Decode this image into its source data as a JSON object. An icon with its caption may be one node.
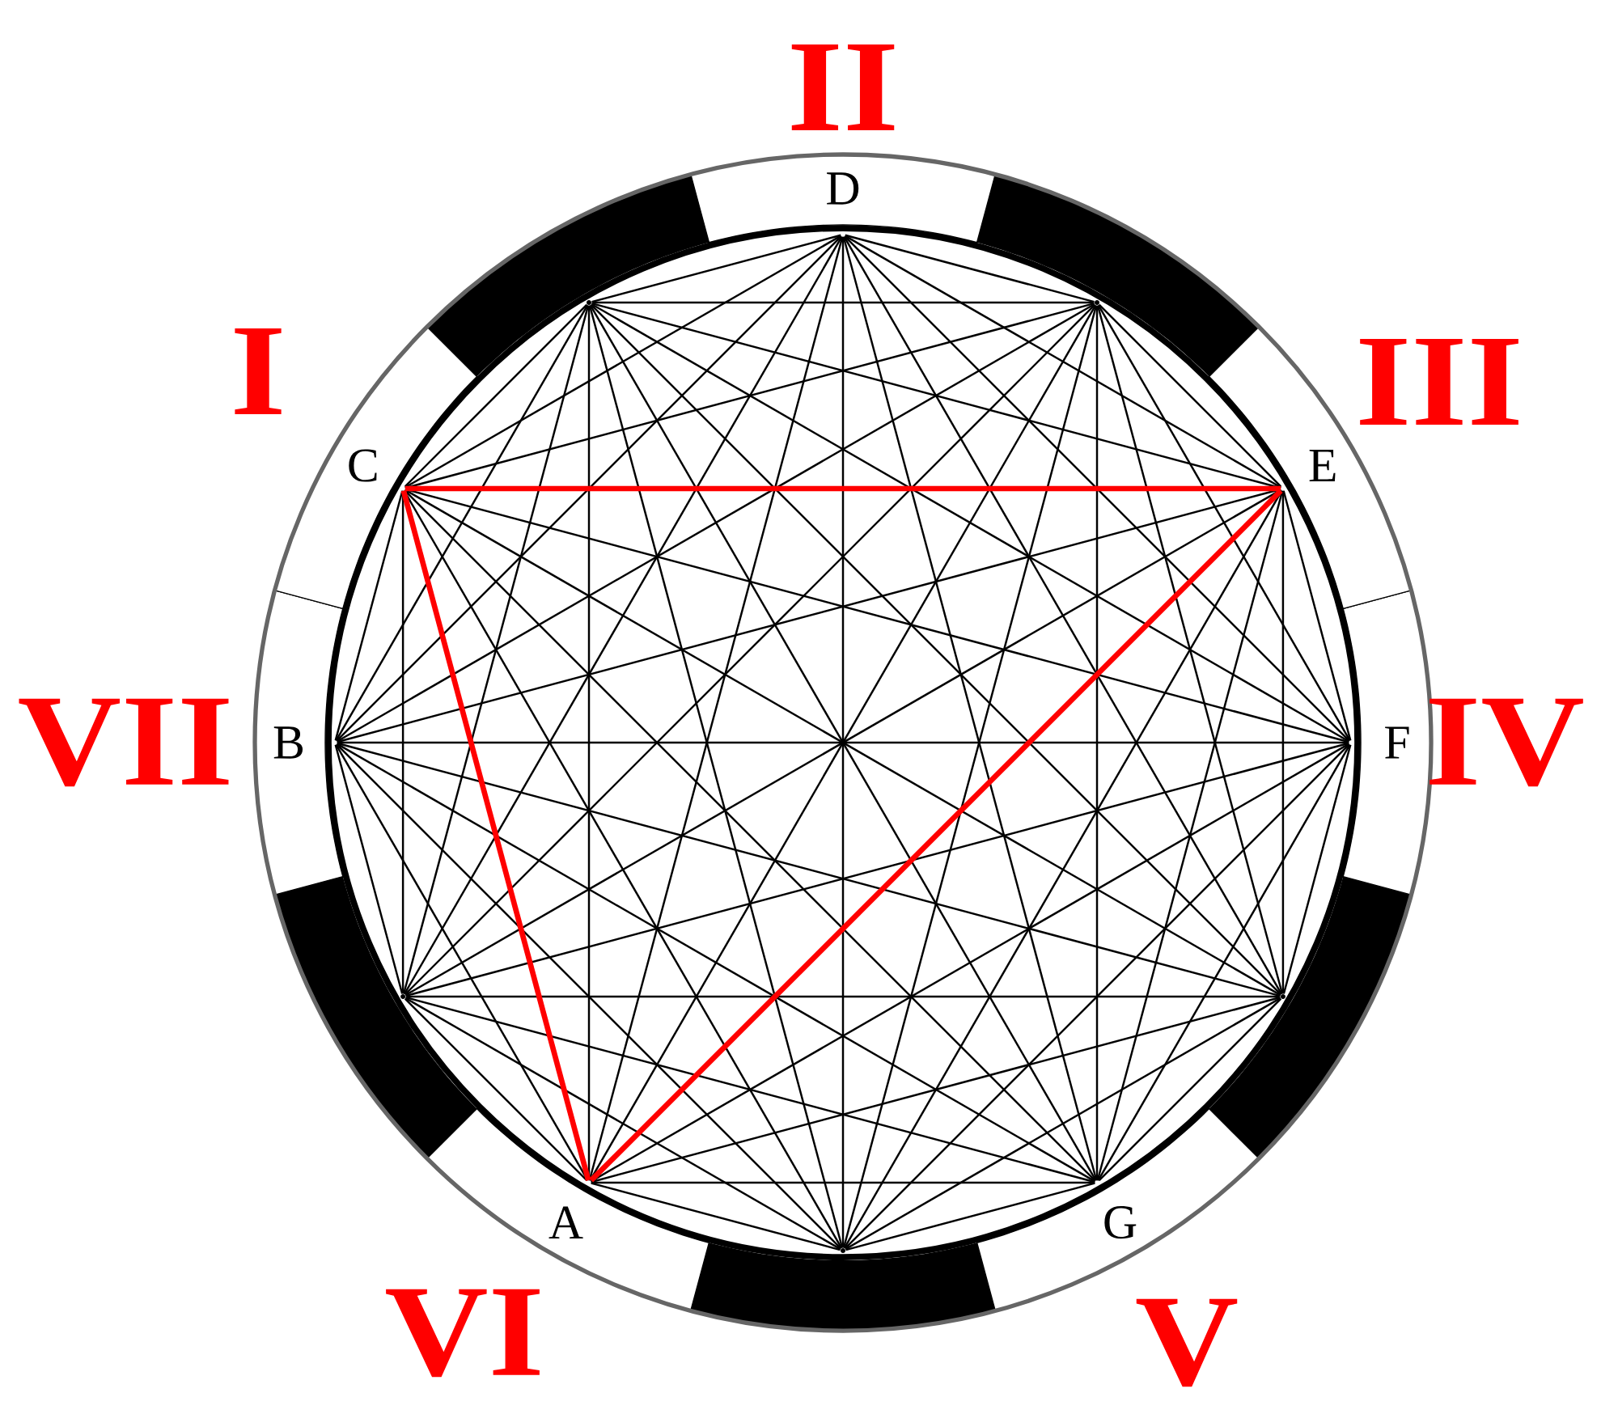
{
  "diagram": {
    "nodes": [
      {
        "text": [
          "D"
        ],
        "beside": [
          "II"
        ]
      },
      {
        "text": [],
        "shape": "point"
      },
      {
        "text": [],
        "shape": "point"
      },
      {
        "text": [
          "C"
        ],
        "beside": [
          "I"
        ]
      },
      {
        "text": [
          "E"
        ],
        "beside": [
          "III"
        ]
      },
      {
        "text": [
          "B"
        ],
        "beside": [
          "VII"
        ]
      },
      {
        "text": [
          "F"
        ],
        "beside": [
          "IV"
        ]
      },
      {
        "text": [],
        "shape": "point"
      },
      {
        "text": [],
        "shape": "point"
      },
      {
        "text": [
          "A"
        ],
        "beside": [
          "VI"
        ]
      },
      {
        "text": [
          "G"
        ],
        "beside": [
          "V"
        ]
      },
      {
        "text": [],
        "shape": "point"
      }
    ],
    "edges": [
      {
        "from": 0,
        "to": 1,
        "arrow": "none"
      },
      {
        "from": 0,
        "to": 2,
        "arrow": "none"
      },
      {
        "from": 0,
        "to": 3,
        "arrow": "none"
      },
      {
        "from": 0,
        "to": 4,
        "arrow": "none"
      },
      {
        "from": 0,
        "to": 5,
        "arrow": "none"
      },
      {
        "from": 0,
        "to": 6,
        "arrow": "none"
      },
      {
        "from": 0,
        "to": 7,
        "arrow": "none"
      },
      {
        "from": 0,
        "to": 8,
        "arrow": "none"
      },
      {
        "from": 0,
        "to": 9,
        "arrow": "none"
      },
      {
        "from": 0,
        "to": 10,
        "arrow": "none"
      },
      {
        "from": 0,
        "to": 11,
        "arrow": "none"
      },
      {
        "from": 1,
        "to": 2,
        "arrow": "none"
      },
      {
        "from": 1,
        "to": 3,
        "arrow": "none"
      },
      {
        "from": 1,
        "to": 4,
        "arrow": "none"
      },
      {
        "from": 1,
        "to": 5,
        "arrow": "none"
      },
      {
        "from": 1,
        "to": 6,
        "arrow": "none"
      },
      {
        "from": 1,
        "to": 7,
        "arrow": "none"
      },
      {
        "from": 1,
        "to": 8,
        "arrow": "none"
      },
      {
        "from": 1,
        "to": 9,
        "arrow": "none"
      },
      {
        "from": 1,
        "to": 10,
        "arrow": "none"
      },
      {
        "from": 1,
        "to": 11,
        "arrow": "none"
      },
      {
        "from": 2,
        "to": 3,
        "arrow": "none"
      },
      {
        "from": 2,
        "to": 4,
        "arrow": "none"
      },
      {
        "from": 2,
        "to": 5,
        "arrow": "none"
      },
      {
        "from": 2,
        "to": 6,
        "arrow": "none"
      },
      {
        "from": 2,
        "to": 7,
        "arrow": "none"
      },
      {
        "from": 2,
        "to": 8,
        "arrow": "none"
      },
      {
        "from": 2,
        "to": 9,
        "arrow": "none"
      },
      {
        "from": 2,
        "to": 10,
        "arrow": "none"
      },
      {
        "from": 2,
        "to": 11,
        "arrow": "none"
      },
      {
        "from": 3,
        "to": 4,
        "arrow": "none",
        "style": "thick",
        "color": "#ff0000"
      },
      {
        "from": 3,
        "to": 5,
        "arrow": "none"
      },
      {
        "from": 3,
        "to": 6,
        "arrow": "none"
      },
      {
        "from": 3,
        "to": 7,
        "arrow": "none"
      },
      {
        "from": 3,
        "to": 8,
        "arrow": "none"
      },
      {
        "from": 3,
        "to": 9,
        "arrow": "none",
        "style": "thick",
        "color": "#ff0000"
      },
      {
        "from": 3,
        "to": 10,
        "arrow": "none"
      },
      {
        "from": 3,
        "to": 11,
        "arrow": "none"
      },
      {
        "from": 4,
        "to": 5,
        "arrow": "none"
      },
      {
        "from": 4,
        "to": 6,
        "arrow": "none"
      },
      {
        "from": 4,
        "to": 7,
        "arrow": "none"
      },
      {
        "from": 4,
        "to": 8,
        "arrow": "none"
      },
      {
        "from": 4,
        "to": 9,
        "arrow": "none",
        "style": "thick",
        "color": "#ff0000"
      },
      {
        "from": 4,
        "to": 10,
        "arrow": "none"
      },
      {
        "from": 4,
        "to": 11,
        "arrow": "none"
      },
      {
        "from": 5,
        "to": 6,
        "arrow": "none"
      },
      {
        "from": 5,
        "to": 7,
        "arrow": "none"
      },
      {
        "from": 5,
        "to": 8,
        "arrow": "none"
      },
      {
        "from": 5,
        "to": 9,
        "arrow": "none"
      },
      {
        "from": 5,
        "to": 10,
        "arrow": "none"
      },
      {
        "from": 5,
        "to": 11,
        "arrow": "none"
      },
      {
        "from": 6,
        "to": 7,
        "arrow": "none"
      },
      {
        "from": 6,
        "to": 8,
        "arrow": "none"
      },
      {
        "from": 6,
        "to": 9,
        "arrow": "none"
      },
      {
        "from": 6,
        "to": 10,
        "arrow": "none"
      },
      {
        "from": 6,
        "to": 11,
        "arrow": "none"
      },
      {
        "from": 7,
        "to": 8,
        "arrow": "none"
      },
      {
        "from": 7,
        "to": 9,
        "arrow": "none"
      },
      {
        "from": 7,
        "to": 10,
        "arrow": "none"
      },
      {
        "from": 7,
        "to": 11,
        "arrow": "none"
      },
      {
        "from": 8,
        "to": 9,
        "arrow": "none"
      },
      {
        "from": 8,
        "to": 10,
        "arrow": "none"
      },
      {
        "from": 8,
        "to": 11,
        "arrow": "none"
      },
      {
        "from": 9,
        "to": 10,
        "arrow": "none"
      },
      {
        "from": 9,
        "to": 11,
        "arrow": "none"
      },
      {
        "from": 10,
        "to": 11,
        "arrow": "none"
      }
    ]
  }
}
